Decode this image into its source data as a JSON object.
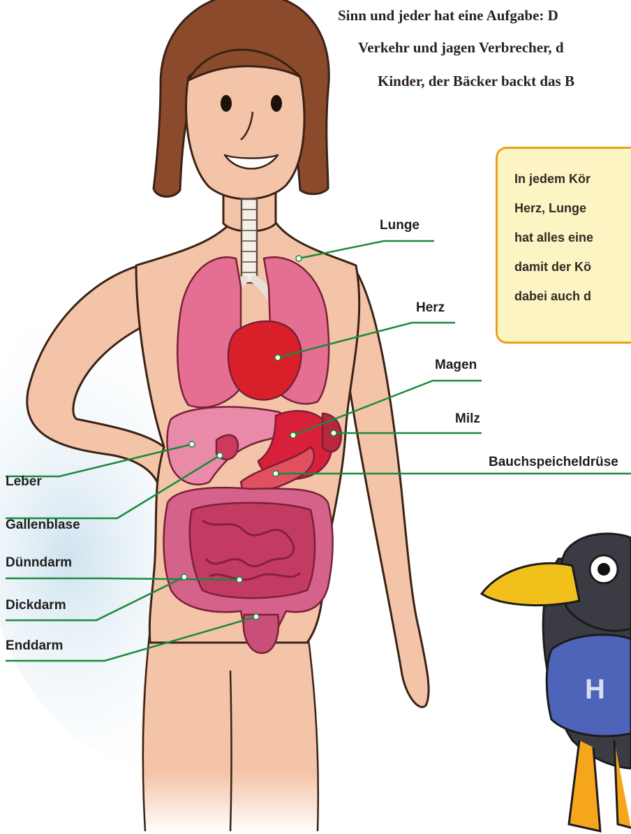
{
  "intro_lines": [
    "Sinn und jeder hat eine Aufgabe: D",
    "Verkehr und jagen Verbrecher, d",
    "Kinder, der Bäcker backt das B"
  ],
  "infobox_lines": [
    "In jedem Kör",
    "Herz, Lunge",
    "hat alles eine",
    "damit der Kö",
    "dabei auch d"
  ],
  "labels": {
    "lunge": "Lunge",
    "herz": "Herz",
    "magen": "Magen",
    "milz": "Milz",
    "bauchspeicheldruese": "Bauchspeicheldrüse",
    "leber": "Leber",
    "gallenblase": "Gallenblase",
    "duenndarm": "Dünndarm",
    "dickdarm": "Dickdarm",
    "enddarm": "Enddarm"
  },
  "mascot_shirt_letter": "H",
  "colors": {
    "leader_line": "#1a8a3c",
    "infobox_border": "#e7a21c",
    "infobox_fill": "#fdf4c4",
    "skin": "#f4c4a8",
    "hair": "#8b4a2b",
    "lung": "#e56f93",
    "heart": "#d9202a",
    "intestine": "#c33b63"
  }
}
